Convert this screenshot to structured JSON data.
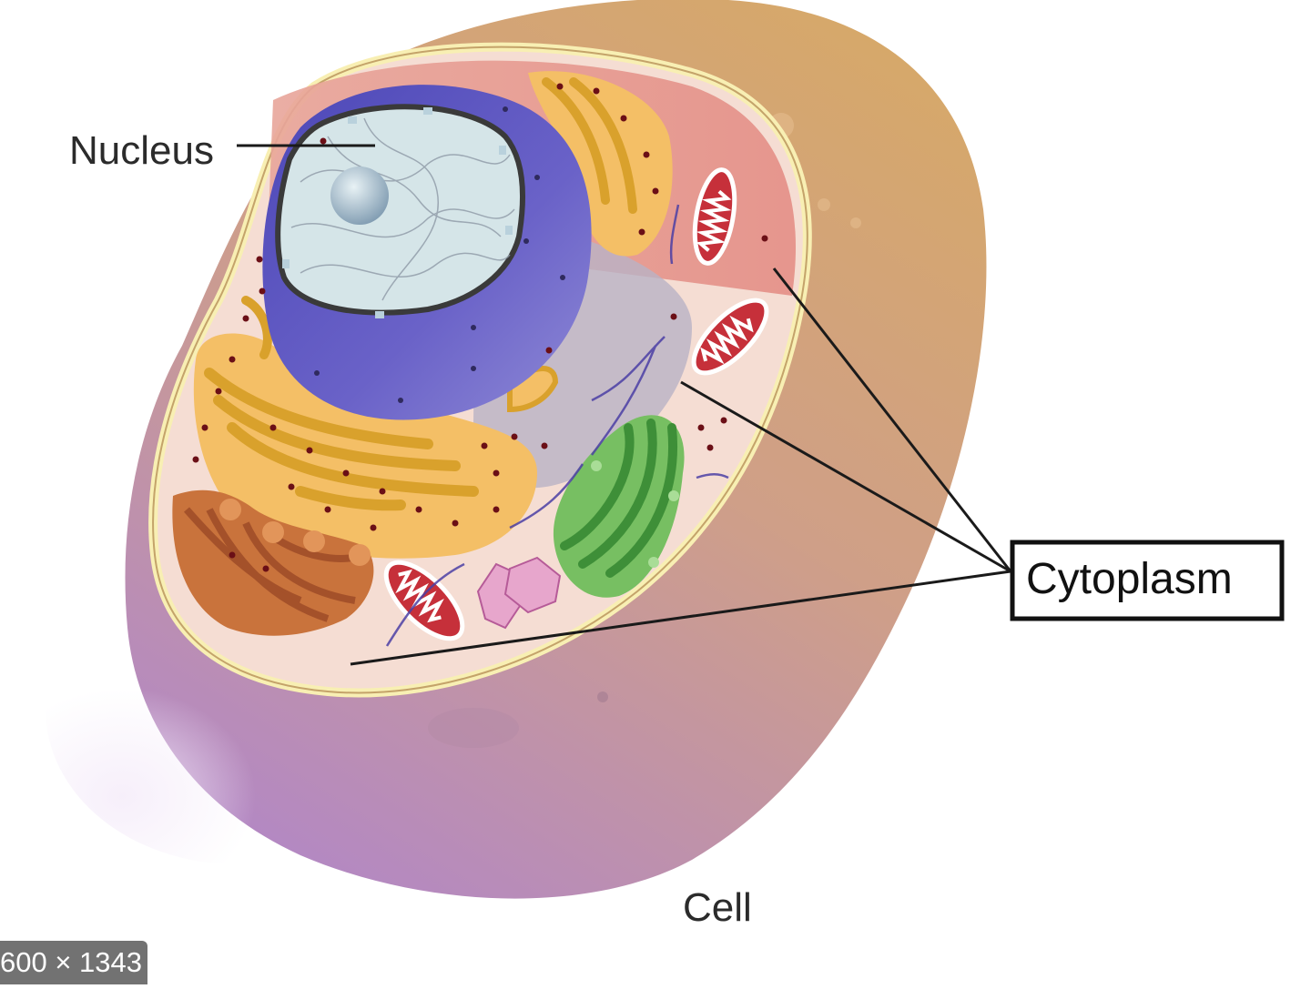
{
  "diagram": {
    "labels": {
      "nucleus": "Nucleus",
      "cytoplasm": "Cytoplasm",
      "cell": "Cell"
    }
  },
  "overlay": {
    "image_size": "600 × 1343"
  },
  "colors": {
    "outer_cell_top": "#d8ab72",
    "outer_cell_bottom": "#b98ac8",
    "cytoplasm": "#f6dcd2",
    "nuclear_envelope": "#5850b5",
    "nucleoplasm": "#cfe2e6",
    "golgi_er": "#f3b85a",
    "rough_er": "#c56b34",
    "mitochondria": "#c6303a",
    "chloroplast_like": "#5fae4f",
    "ribosome_dot": "#6b0f16"
  }
}
